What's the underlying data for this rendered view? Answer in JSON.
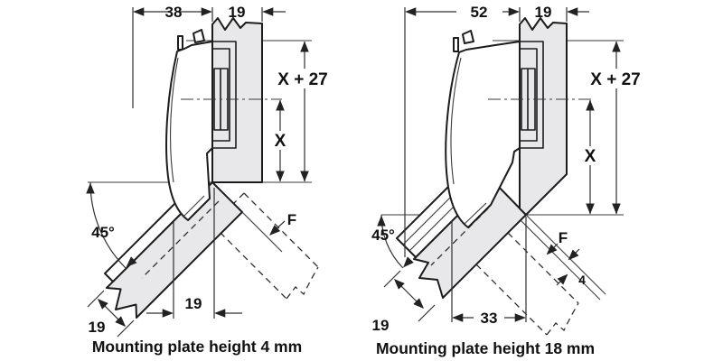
{
  "colors": {
    "line": "#1c1c1c",
    "dim": "#303030",
    "panel_fill": "#e8e8ea",
    "background": "#ffffff"
  },
  "diagram_left": {
    "caption": "Mounting plate height 4 mm",
    "top_width": "38",
    "door_thickness": "19",
    "dim_total": "X + 27",
    "dim_x": "X",
    "angle": "45°",
    "gap_label": "F",
    "bottom_offset": "19",
    "side_thickness": "19"
  },
  "diagram_right": {
    "caption": "Mounting plate height 18 mm",
    "top_width": "52",
    "door_thickness": "19",
    "dim_total": "X + 27",
    "dim_x": "X",
    "angle": "45°",
    "gap_label": "F",
    "gap_width": "4",
    "bottom_offset": "33",
    "side_thickness": "19"
  }
}
